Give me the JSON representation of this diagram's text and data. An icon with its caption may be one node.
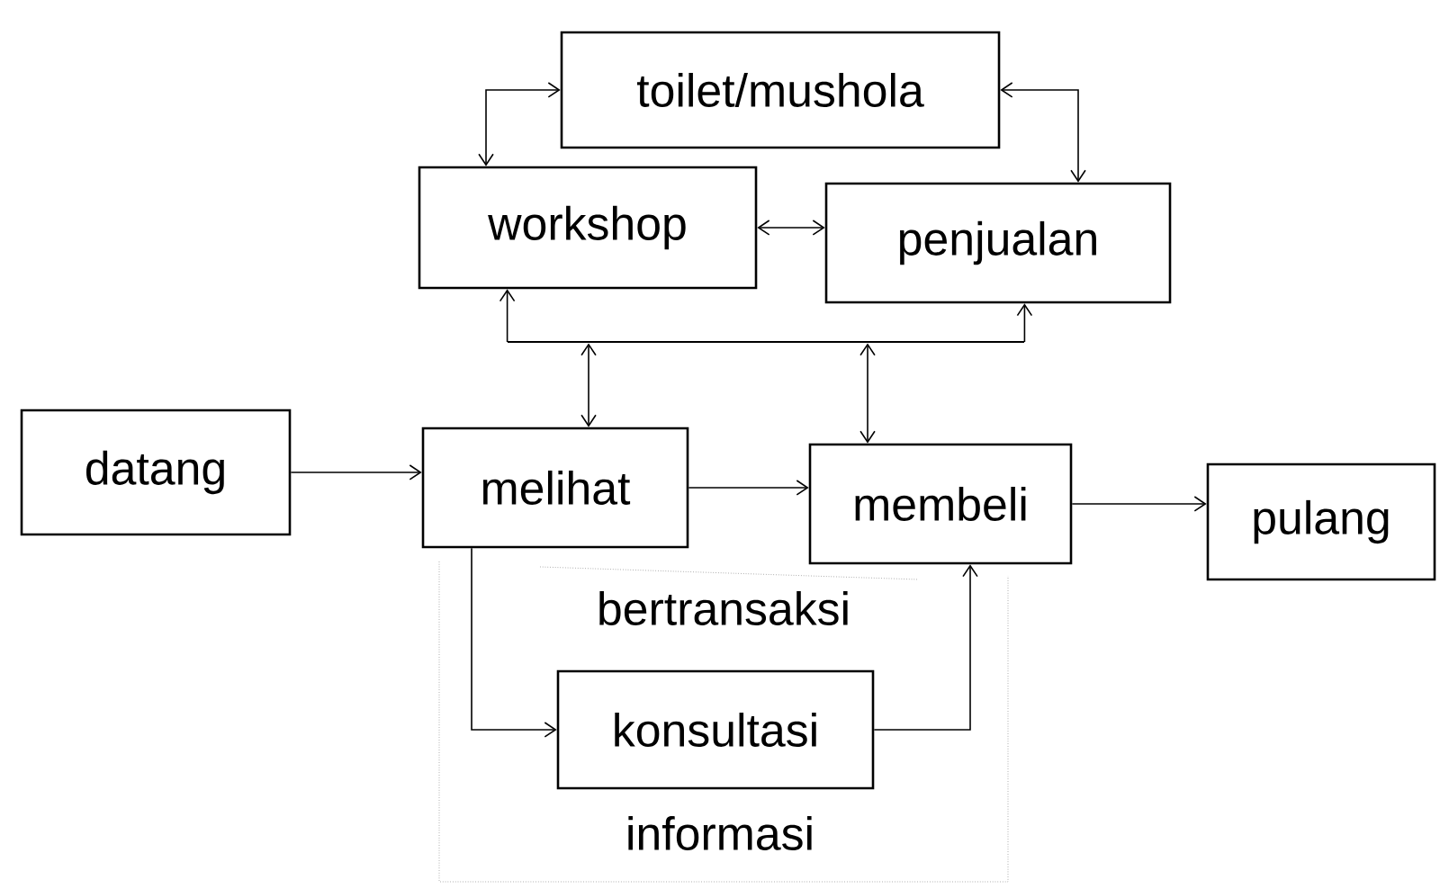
{
  "diagram": {
    "nodes": [
      {
        "text": [
          "toilet/mushola"
        ]
      },
      {
        "text": [
          "workshop"
        ]
      },
      {
        "text": [
          "penjualan"
        ]
      },
      {
        "text": [
          "datang"
        ]
      },
      {
        "text": [
          "melihat"
        ]
      },
      {
        "text": [
          "membeli"
        ]
      },
      {
        "text": [
          "pulang"
        ]
      },
      {
        "text": [
          "konsultasi"
        ]
      },
      {
        "text": [],
        "shape": "bar"
      }
    ],
    "edges": [
      {
        "from": 0,
        "to": 1,
        "arrow": "both"
      },
      {
        "from": 0,
        "to": 2,
        "arrow": "both"
      },
      {
        "from": 1,
        "to": 2,
        "arrow": "both"
      },
      {
        "from": 8,
        "to": 1,
        "arrow": "to"
      },
      {
        "from": 8,
        "to": 2,
        "arrow": "to"
      },
      {
        "from": 4,
        "to": 8,
        "arrow": "both"
      },
      {
        "from": 5,
        "to": 8,
        "arrow": "both"
      },
      {
        "from": 3,
        "to": 4,
        "arrow": "to"
      },
      {
        "from": 4,
        "to": 5,
        "arrow": "to"
      },
      {
        "from": 5,
        "to": 6,
        "arrow": "to"
      },
      {
        "from": 4,
        "to": 7,
        "arrow": "to"
      },
      {
        "from": 7,
        "to": 5,
        "arrow": "to"
      }
    ],
    "labels": [
      "bertransaksi",
      "informasi"
    ]
  }
}
